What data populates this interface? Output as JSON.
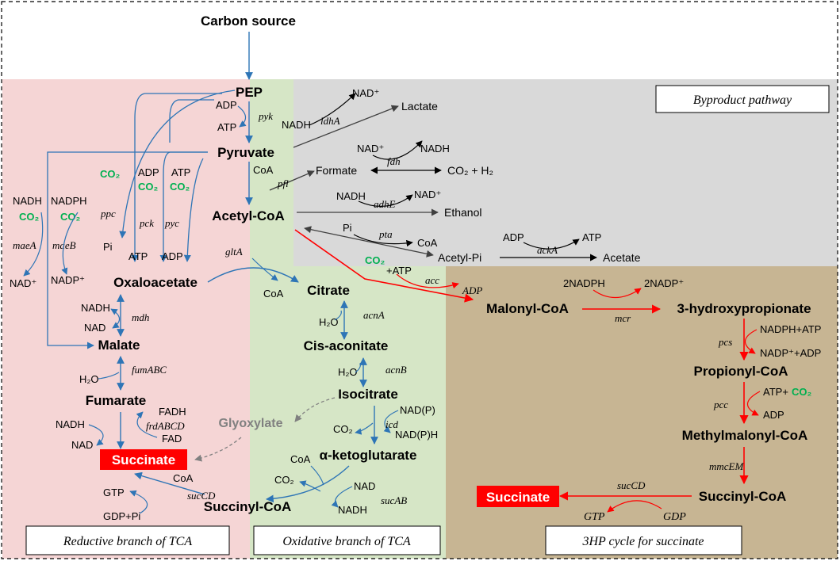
{
  "colors": {
    "reductive_bg": "#f5d5d5",
    "oxidative_bg": "#d6e6c6",
    "byproduct_bg": "#d9d9d9",
    "hp_bg": "#c7b593",
    "blue_arrow": "#2e75b6",
    "red_arrow": "#ff0000",
    "dark_arrow": "#404040",
    "co2_green": "#00b050",
    "succinate_box": "#ff0000",
    "glyoxylate_gray": "#808080"
  },
  "title": "Carbon source",
  "section_labels": {
    "byproduct": "Byproduct pathway",
    "reductive": "Reductive branch of TCA",
    "oxidative": "Oxidative branch of TCA",
    "hp_cycle": "3HP cycle for succinate"
  },
  "metabolites": {
    "pep": "PEP",
    "pyruvate": "Pyruvate",
    "acetyl_coa": "Acetyl-CoA",
    "oxaloacetate": "Oxaloacetate",
    "malate": "Malate",
    "fumarate": "Fumarate",
    "succinate": "Succinate",
    "succinyl_coa": "Succinyl-CoA",
    "citrate": "Citrate",
    "cis_aconitate": "Cis-aconitate",
    "isocitrate": "Isocitrate",
    "akg": "α-ketoglutarate",
    "glyoxylate": "Glyoxylate",
    "lactate": "Lactate",
    "formate": "Formate",
    "co2_h2": "CO₂ + H₂",
    "ethanol": "Ethanol",
    "acetyl_pi": "Acetyl-Pi",
    "acetate": "Acetate",
    "malonyl_coa": "Malonyl-CoA",
    "hp3": "3-hydroxypropionate",
    "propionyl_coa": "Propionyl-CoA",
    "methylmalonyl_coa": "Methylmalonyl-CoA",
    "succinyl_coa_hp": "Succinyl-CoA",
    "succinate_hp": "Succinate"
  },
  "enzymes": {
    "pyk": "pyk",
    "ldhA": "ldhA",
    "fdh": "fdh",
    "pfl": "pfl",
    "adhE": "adhE",
    "pta": "pta",
    "ackA": "ackA",
    "acc": "acc",
    "mcr": "mcr",
    "pcs": "pcs",
    "pcc": "pcc",
    "mmcEM": "mmcEM",
    "sucCD_hp": "sucCD",
    "ppc": "ppc",
    "pck": "pck",
    "pyc": "pyc",
    "maeA": "maeA",
    "maeB": "maeB",
    "gltA": "gltA",
    "mdh": "mdh",
    "fumABC": "fumABC",
    "frdABCD": "frdABCD",
    "sucCD": "sucCD",
    "acnA": "acnA",
    "acnB": "acnB",
    "icd": "icd",
    "sucAB": "sucAB"
  },
  "cofactors": {
    "adp_pyk": "ADP",
    "atp_pyk": "ATP",
    "nadh_ldh": "NADH",
    "nad_ldh": "NAD⁺",
    "nad_fdh": "NAD⁺",
    "nadh_fdh": "NADH",
    "coa_pfl": "CoA",
    "nadh_adh": "NADH",
    "nad_adh": "NAD⁺",
    "pi_pta": "Pi",
    "coa_pta": "CoA",
    "adp_ack": "ADP",
    "atp_ack": "ATP",
    "co2_acc": "CO₂",
    "atp_acc": "+ATP",
    "adp_acc": "ADP",
    "nadph_mcr": "2NADPH",
    "nadp_mcr": "2NADP⁺",
    "nadph_atp_pcs": "NADPH+ATP",
    "nadp_adp_pcs": "NADP⁺+ADP",
    "atp_pcc": "ATP+",
    "co2_pcc": "CO₂",
    "adp_pcc": "ADP",
    "gtp_hp": "GTP",
    "gdp_hp": "GDP",
    "co2_ppc": "CO₂",
    "pi_ppc": "Pi",
    "adp_pck": "ADP",
    "co2_pck": "CO₂",
    "atp_pck": "ATP",
    "atp_pyc": "ATP",
    "co2_pyc": "CO₂",
    "adp_pyc": "ADP",
    "nadh_maeA": "NADH",
    "co2_maeA": "CO₂",
    "nad_maeA": "NAD⁺",
    "nadph_maeB": "NADPH",
    "co2_maeB": "CO₂",
    "nadp_maeB": "NADP⁺",
    "coa_glt": "CoA",
    "nadh_mdh": "NADH",
    "nad_mdh": "NAD",
    "h2o_fum": "H₂O",
    "fadh_frd": "FADH",
    "fad_frd": "FAD",
    "nadh_red": "NADH",
    "nad_red": "NAD",
    "coa_suc": "CoA",
    "gtp_suc": "GTP",
    "gdp_suc": "GDP+Pi",
    "h2o_acnA": "H₂O",
    "h2o_acnB": "H₂O",
    "nadp_icd": "NAD(P)",
    "co2_icd": "CO₂",
    "nadph_icd": "NAD(P)H",
    "coa_sucAB": "CoA",
    "co2_sucAB": "CO₂",
    "nad_sucAB": "NAD",
    "nadh_sucAB": "NADH"
  }
}
